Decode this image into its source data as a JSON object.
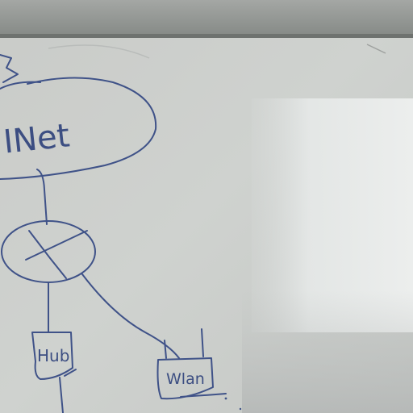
{
  "photo": {
    "subject": "whiteboard-network-sketch",
    "colors": {
      "board": "#cfd1ce",
      "frame": "#8f938f",
      "ink": "#3f5288",
      "glare": "#e2e5e4"
    }
  },
  "sketch": {
    "cloud_label": "INet",
    "hub_label": "Hub",
    "wlan_label": "Wlan"
  }
}
